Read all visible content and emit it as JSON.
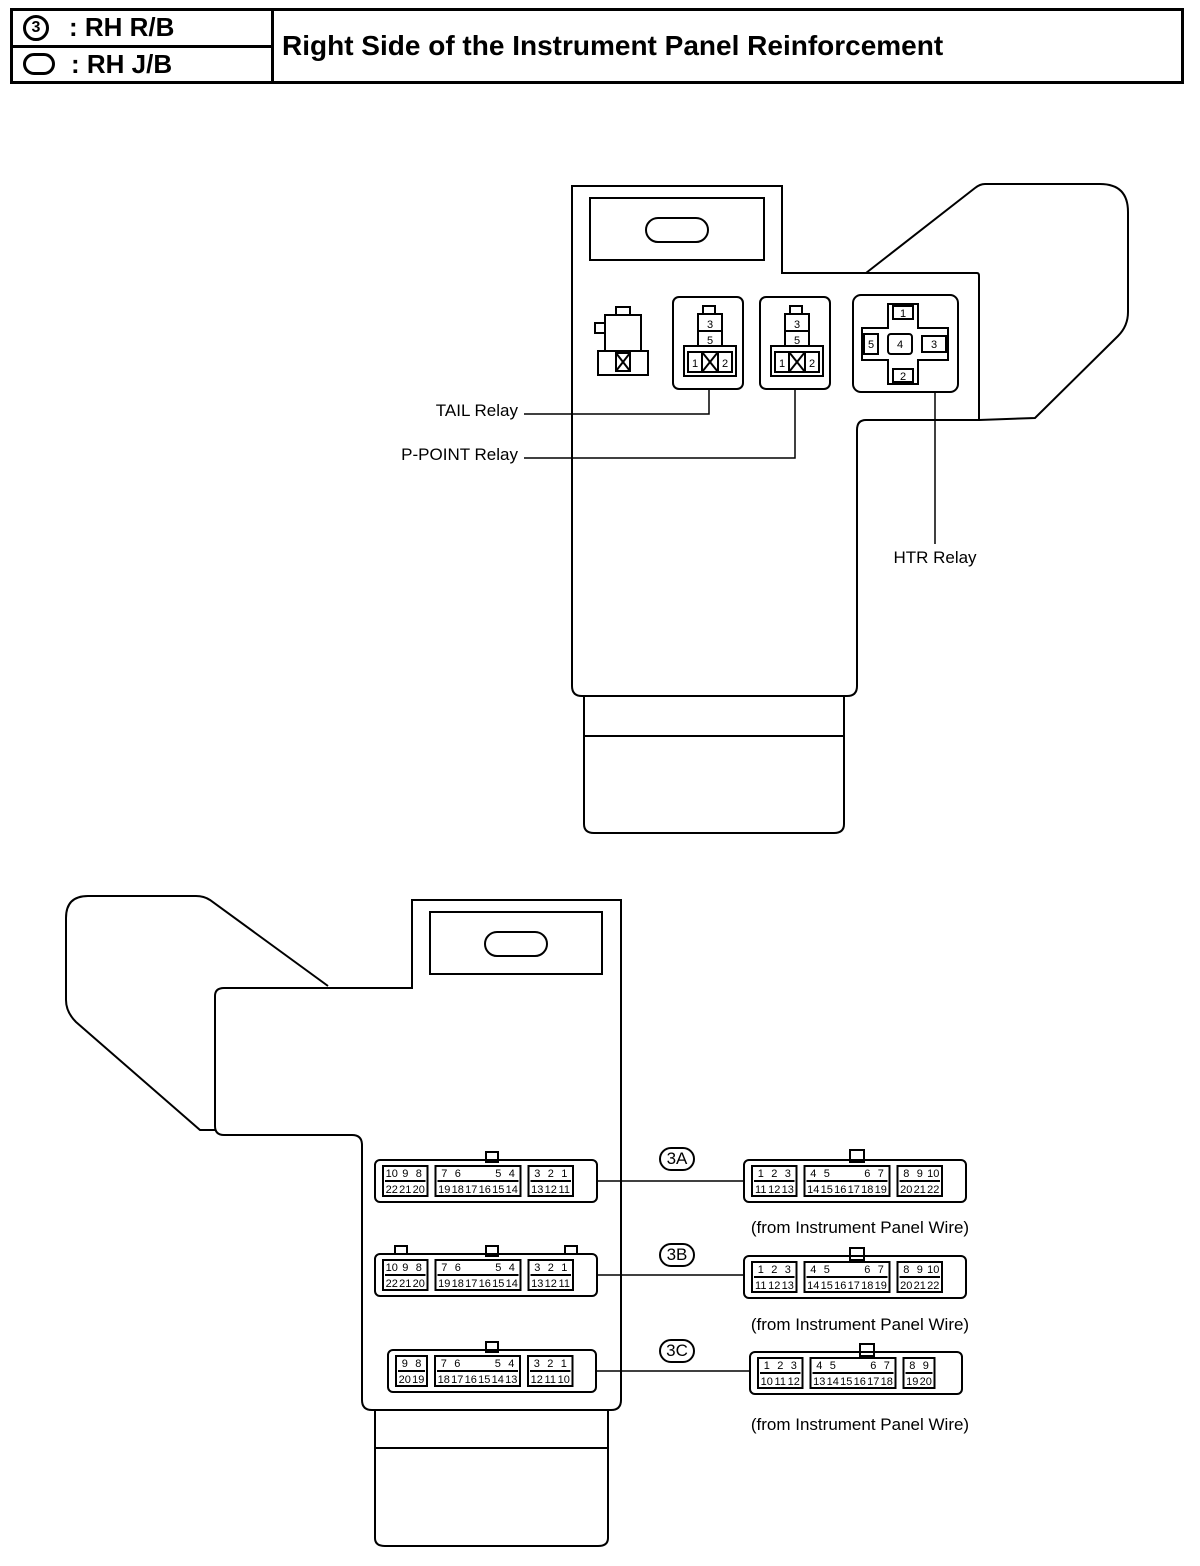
{
  "legend": {
    "row1": {
      "symbol": "3",
      "label": ": RH R/B"
    },
    "row2": {
      "label": ": RH J/B"
    }
  },
  "title": "Right Side of the Instrument Panel Reinforcement",
  "relays": {
    "tail": "TAIL Relay",
    "ppoint": "P-POINT Relay",
    "htr": "HTR Relay"
  },
  "relay_pins": {
    "small": [
      "3",
      "5",
      "1",
      "2"
    ],
    "htr": [
      "1",
      "5",
      "4",
      "3",
      "2"
    ]
  },
  "connectors": [
    {
      "id": "3A",
      "source": "(from Instrument Panel Wire)",
      "top": [
        "1",
        "2",
        "3",
        "4",
        "5",
        "6",
        "7",
        "8",
        "9",
        "10"
      ],
      "bottom": [
        "11",
        "12",
        "13",
        "14",
        "15",
        "16",
        "17",
        "18",
        "19",
        "20",
        "21",
        "22"
      ]
    },
    {
      "id": "3B",
      "source": "(from Instrument Panel Wire)",
      "top": [
        "1",
        "2",
        "3",
        "4",
        "5",
        "6",
        "7",
        "8",
        "9",
        "10"
      ],
      "bottom": [
        "11",
        "12",
        "13",
        "14",
        "15",
        "16",
        "17",
        "18",
        "19",
        "20",
        "21",
        "22"
      ]
    },
    {
      "id": "3C",
      "source": "(from Instrument Panel Wire)",
      "top": [
        "1",
        "2",
        "3",
        "4",
        "5",
        "6",
        "7",
        "8",
        "9"
      ],
      "bottom": [
        "10",
        "11",
        "12",
        "13",
        "14",
        "15",
        "16",
        "17",
        "18",
        "19",
        "20"
      ]
    }
  ]
}
